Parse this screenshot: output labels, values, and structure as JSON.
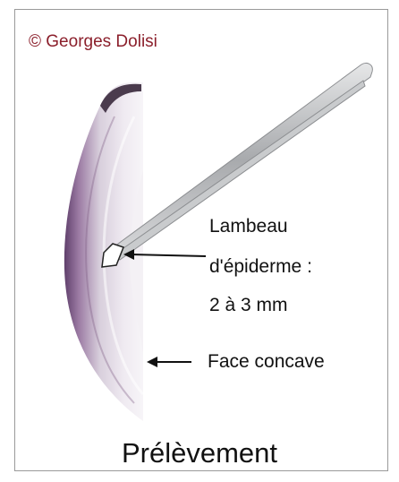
{
  "copyright": "© Georges Dolisi",
  "labels": {
    "flap_line1": "Lambeau",
    "flap_line2": "d'épiderme :",
    "flap_line3": "2 à 3 mm",
    "concave": "Face concave"
  },
  "caption": "Prélèvement",
  "colors": {
    "border": "#9a9a9a",
    "copyright": "#8b1f2b",
    "onion_outer": "#6b4a72",
    "onion_inner": "#e9e3ee",
    "tweezers": "#b9bbbd"
  }
}
